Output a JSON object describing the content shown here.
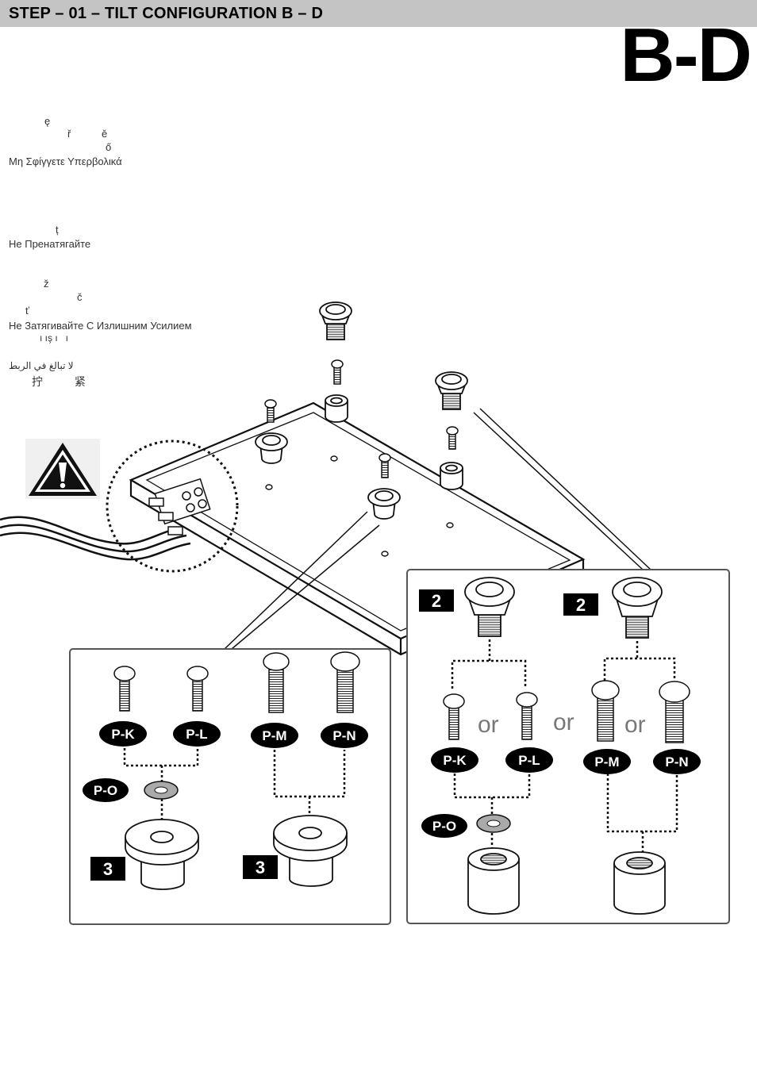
{
  "header": {
    "title": "STEP – 01 – TILT CONFIGURATION B – D"
  },
  "config_code": "B-D",
  "warnings": {
    "polish_frag": "ę",
    "czech_frag1": "ř",
    "czech_frag2": "ě",
    "hungarian_frag": "ő",
    "greek": "Μη Σφίγγετε Υπερβολικά",
    "romanian_frag": "ț",
    "bulgarian": "Не Пренатягайте",
    "slovenian_frag": "ž",
    "croatian_frag": "č",
    "slovak_frag": "ť",
    "russian": "Не Затягивайте С Излишним Усилием",
    "turkish_frag": "ı ış ı   ı",
    "arabic": "لا تبالغ في الربط",
    "chinese": "拧 紧"
  },
  "panels": {
    "left": {
      "parts": [
        "P-K",
        "P-L",
        "P-M",
        "P-N"
      ],
      "washer": "P-O",
      "step": "3",
      "step2": "3"
    },
    "right": {
      "step": "2",
      "step2": "2",
      "or_label": "or",
      "parts": [
        "P-K",
        "P-L",
        "P-M",
        "P-N"
      ],
      "washer": "P-O"
    }
  }
}
